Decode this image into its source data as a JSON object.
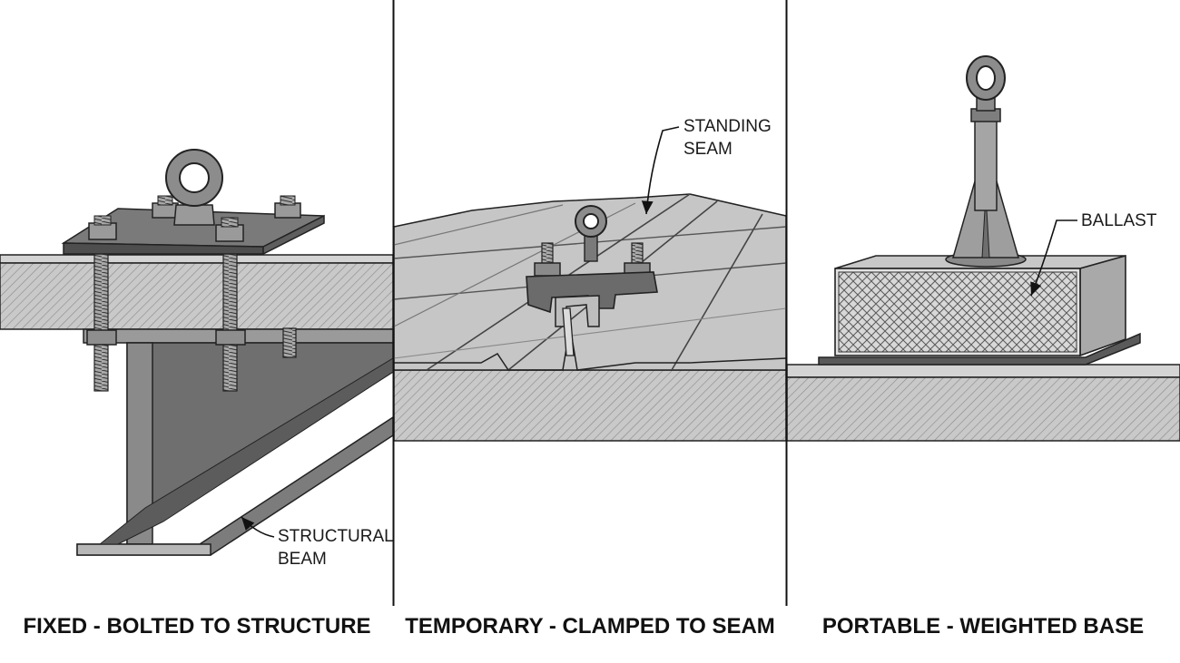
{
  "panels": [
    {
      "caption": "FIXED - BOLTED TO STRUCTURE",
      "callouts": [
        {
          "lines": [
            "STRUCTURAL",
            "BEAM"
          ]
        }
      ]
    },
    {
      "caption": "TEMPORARY - CLAMPED TO SEAM",
      "callouts": [
        {
          "lines": [
            "STANDING",
            "SEAM"
          ]
        }
      ]
    },
    {
      "caption": "PORTABLE - WEIGHTED BASE",
      "callouts": [
        {
          "lines": [
            "BALLAST"
          ]
        }
      ]
    }
  ]
}
